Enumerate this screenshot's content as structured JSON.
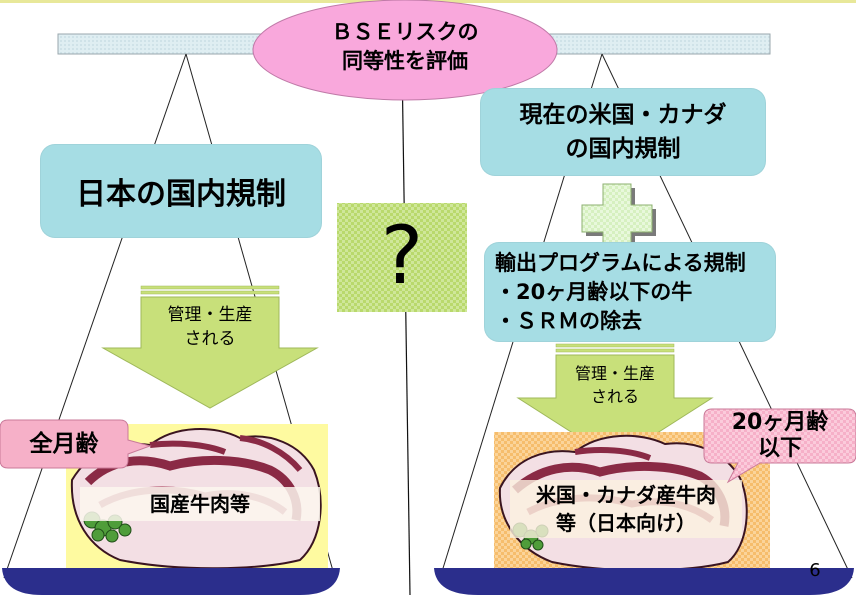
{
  "top_bubble": {
    "line1": "ＢＳＥリスクの",
    "line2": "同等性を評価"
  },
  "left": {
    "regulation": "日本の国内規制",
    "arrow_line1": "管理・生産",
    "arrow_line2": "される",
    "age_label": "全月齢",
    "product_label": "国産牛肉等"
  },
  "center": {
    "question_mark": "?"
  },
  "right": {
    "current_line1": "現在の米国・カナダ",
    "current_line2": "の国内規制",
    "program_line1": "輸出プログラムによる規制",
    "program_line2": "・20ヶ月齢以下の牛",
    "program_line3": "・ＳＲＭの除去",
    "arrow_line1": "管理・生産",
    "arrow_line2": "される",
    "age_line1": "20ヶ月齢",
    "age_line2": "以下",
    "product_line1": "米国・カナダ産牛肉",
    "product_line2": "等（日本向け）"
  },
  "page_number": "6",
  "colors": {
    "teal_box": "#a6dde4",
    "pink_bubble": "#f9a8dc",
    "green_arrow": "#c8e07a",
    "check_green": "#b8d86a",
    "yellow_bg": "#fefaa0",
    "orange_bg": "#f7c47a",
    "navy_dish": "#2b2e8c",
    "top_bar": "#dcecf0"
  }
}
